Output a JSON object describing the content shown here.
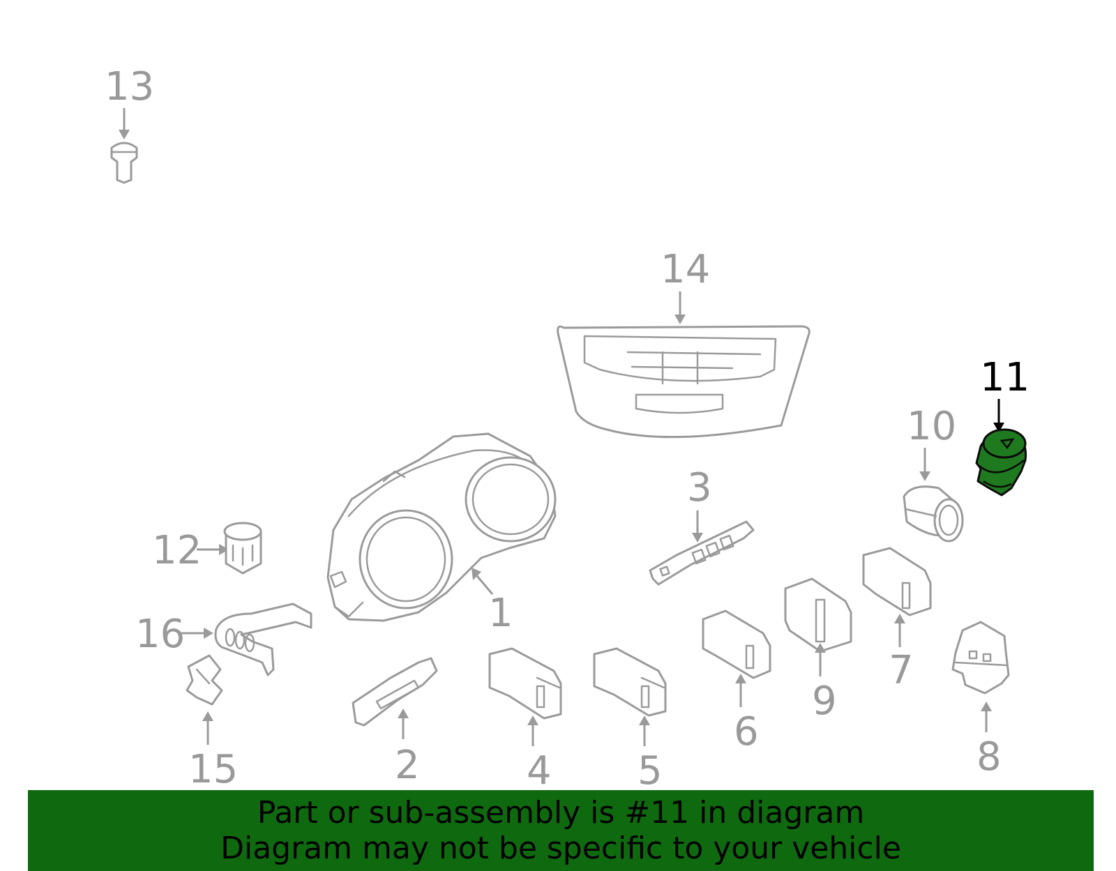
{
  "diagram": {
    "highlighted_part": "11",
    "highlight_color": "#1f7a1f",
    "callouts": [
      "13",
      "14",
      "11",
      "10",
      "3",
      "12",
      "1",
      "16",
      "15",
      "2",
      "4",
      "5",
      "6",
      "9",
      "7",
      "8"
    ]
  },
  "banner": {
    "line1": "Part or sub-assembly is #11 in diagram",
    "line2": "Diagram may not be specific to your vehicle",
    "background": "#0f6a0f"
  }
}
